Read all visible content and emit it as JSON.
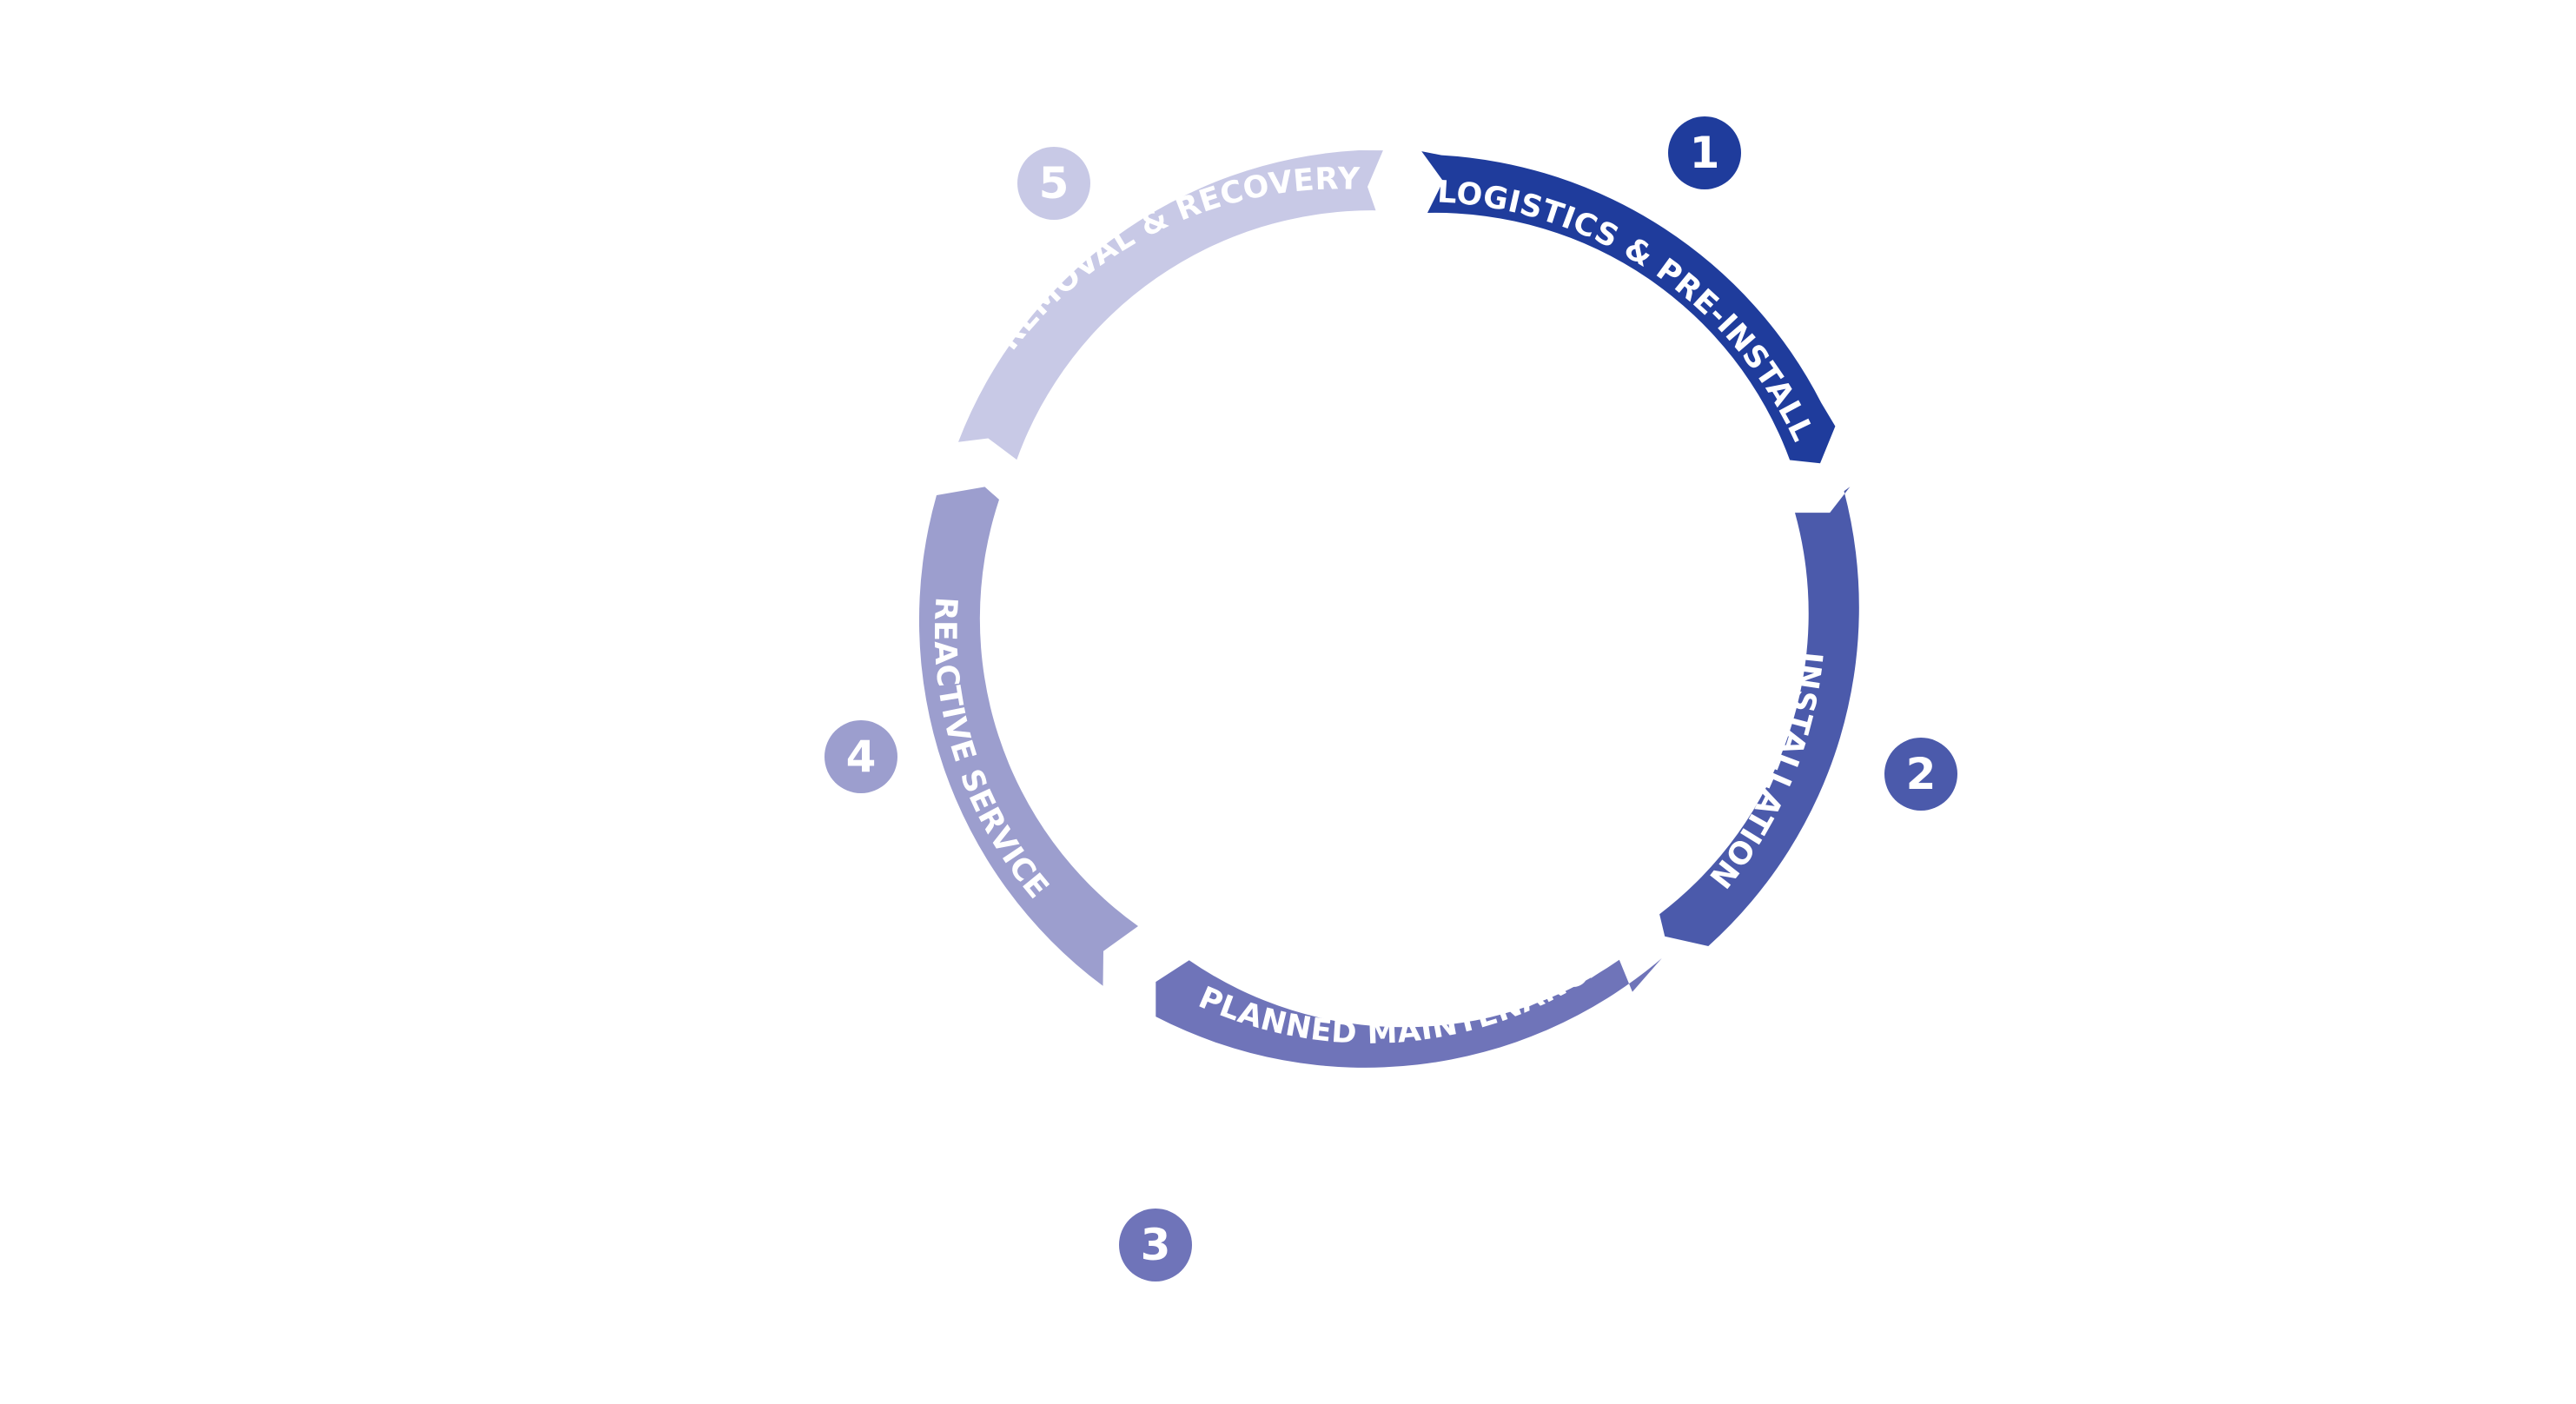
{
  "stages": [
    {
      "number": "1",
      "label": "LOGISTICS & PRE-INSTALL",
      "color": "#1f3c9c"
    },
    {
      "number": "2",
      "label": "INSTALLATION",
      "color": "#4b5aab"
    },
    {
      "number": "3",
      "label": "PLANNED MAINTENANCE",
      "color": "#6f74b9"
    },
    {
      "number": "4",
      "label": "REACTIVE SERVICE",
      "color": "#9c9ece"
    },
    {
      "number": "5",
      "label": "REMOVAL & RECOVERY",
      "color": "#c8c9e6"
    }
  ]
}
